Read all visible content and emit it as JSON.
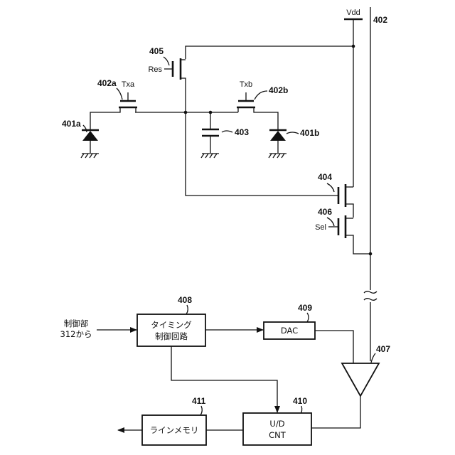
{
  "circuit": {
    "supply_label": "Vdd",
    "res_label": "Res",
    "txa_label": "Txa",
    "txb_label": "Txb",
    "sel_label": "Sel",
    "refs": {
      "r402": "402",
      "r405": "405",
      "r402a": "402a",
      "r402b": "402b",
      "r401a": "401a",
      "r401b": "401b",
      "r403": "403",
      "r404": "404",
      "r406": "406",
      "r407": "407",
      "r408": "408",
      "r409": "409",
      "r410": "410",
      "r411": "411"
    }
  },
  "blocks": {
    "timing_line1": "タイミング",
    "timing_line2": "制御回路",
    "dac": "DAC",
    "counter_line1": "U/D",
    "counter_line2": "CNT",
    "line_memory": "ラインメモリ"
  },
  "input": {
    "line1": "制御部",
    "line2": "312から"
  }
}
